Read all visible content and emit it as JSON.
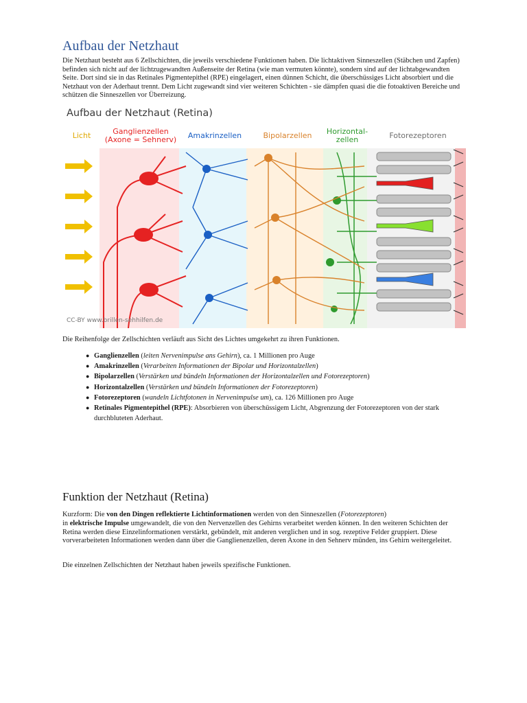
{
  "heading": "Aufbau der Netzhaut",
  "intro": "Die Netzhaut besteht aus 6 Zellschichten, die jeweils verschiedene Funktionen haben. Die lichtaktiven Sinneszellen (Stäbchen und Zapfen) befinden sich nicht auf der lichtzugewandten Außenseite der Retina (wie man vermuten könnte), sondern sind auf der lichtabgewandten Seite. Dort sind sie in das Retinales Pigmentepithel (RPE) eingelagert, einen dünnen Schicht, die überschüssiges Licht absorbiert und die Netzhaut von der Aderhaut trennt. Dem Licht zugewandt sind vier weiteren Schichten - sie dämpfen quasi die die fotoaktiven Bereiche und schützen die Sinneszellen vor Überreizung.",
  "figure": {
    "title": "Aufbau der Netzhaut (Retina)",
    "labels": {
      "licht": "Licht",
      "ganglien_1": "Ganglienzellen",
      "ganglien_2": "(Axone = Sehnerv)",
      "amakrin": "Amakrinzellen",
      "bipolar": "Bipolarzellen",
      "horizontal_1": "Horizontal-",
      "horizontal_2": "zellen",
      "foto": "Fotorezeptoren"
    },
    "credit": "CC-BY www.brillen-sehhilfen.de",
    "colors": {
      "licht": "#f0b800",
      "ganglien": "#e52222",
      "amakrin": "#1a5fc4",
      "bipolar": "#d9822b",
      "horizontal": "#2e9a2e",
      "foto": "#8c8c8c"
    }
  },
  "order_text": "Die Reihenfolge der Zellschichten verläuft aus Sicht des Lichtes umgekehrt zu ihren Funktionen.",
  "layers": [
    {
      "name": "Ganglienzellen",
      "detail": "leiten Nervenimpulse ans Gehirn",
      "extra": ", ca. 1 Millionen pro Auge"
    },
    {
      "name": "Amakrinzellen",
      "detail": "Verarbeiten Informationen der Bipolar und Horizontalzellen",
      "extra": ""
    },
    {
      "name": "Bipolarzellen",
      "detail": "Verstärken und bündeln Informationen der Horizontalzellen und Fotorezeptoren",
      "extra": ""
    },
    {
      "name": "Horizontalzellen",
      "detail": "Verstärken und bündeln Informationen der Fotorezeptoren",
      "extra": ""
    },
    {
      "name": "Fotorezeptoren",
      "detail": "wandeln Lichtfotonen in Nervenimpulse um",
      "extra": ", ca. 126 Millionen pro Auge"
    },
    {
      "name": "Retinales Pigmentepithel (RPE)",
      "detail": "",
      "extra": ": Absorbieren von überschüssigem Licht, Abgrenzung der Fotorezeptoren von der stark durchbluteten Aderhaut."
    }
  ],
  "section2": {
    "heading": "Funktion der Netzhaut (Retina)",
    "p1_a": "Kurzform: Die ",
    "p1_b": "von den Dingen reflektierte Lichtinformationen",
    "p1_c": " werden von den Sinneszellen (",
    "p1_d": "Fotorezeptoren",
    "p1_e": ")",
    "p1_f": "in ",
    "p1_g": "elektrische Impulse",
    "p1_h": " umgewandelt, die von den Nervenzellen des Gehirns verarbeitet werden können. In den weiteren Schichten der Retina werden diese Einzelinformationen verstärkt, gebündelt, mit anderen verglichen und in sog. rezeptive Felder gruppiert. Diese vorverarbeiteten Informationen werden dann über die Ganglienenzellen, deren Axone in den Sehnerv münden, ins Gehirn weitergeleitet.",
    "p2": "Die einzelnen Zellschichten der Netzhaut haben jeweils spezifische Funktionen."
  }
}
